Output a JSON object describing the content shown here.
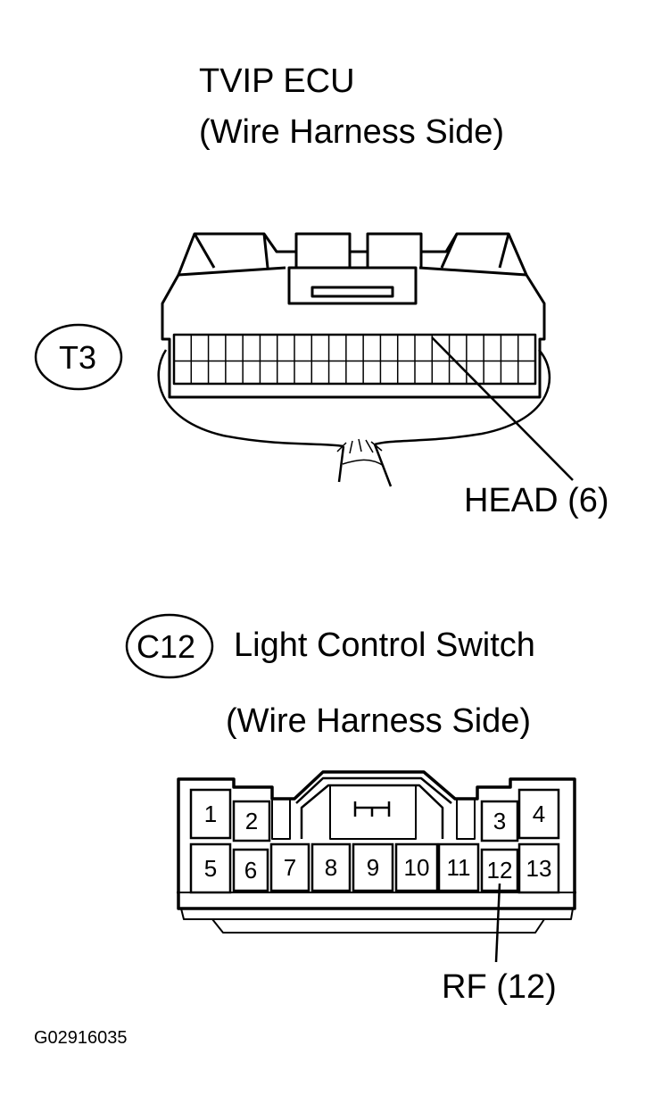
{
  "ecu": {
    "title": "TVIP ECU",
    "subtitle": "(Wire Harness Side)",
    "connector_code": "T3",
    "pin_label": "HEAD (6)"
  },
  "switch": {
    "connector_code": "C12",
    "title": "Light Control Switch",
    "subtitle": "(Wire Harness Side)",
    "pin_label": "RF (12)",
    "pins_top": [
      "1",
      "2",
      "3",
      "4"
    ],
    "pins_bottom": [
      "5",
      "6",
      "7",
      "8",
      "9",
      "10",
      "11",
      "12",
      "13"
    ]
  },
  "figure_id": "G02916035",
  "colors": {
    "ink": "#000000",
    "background": "#ffffff"
  }
}
